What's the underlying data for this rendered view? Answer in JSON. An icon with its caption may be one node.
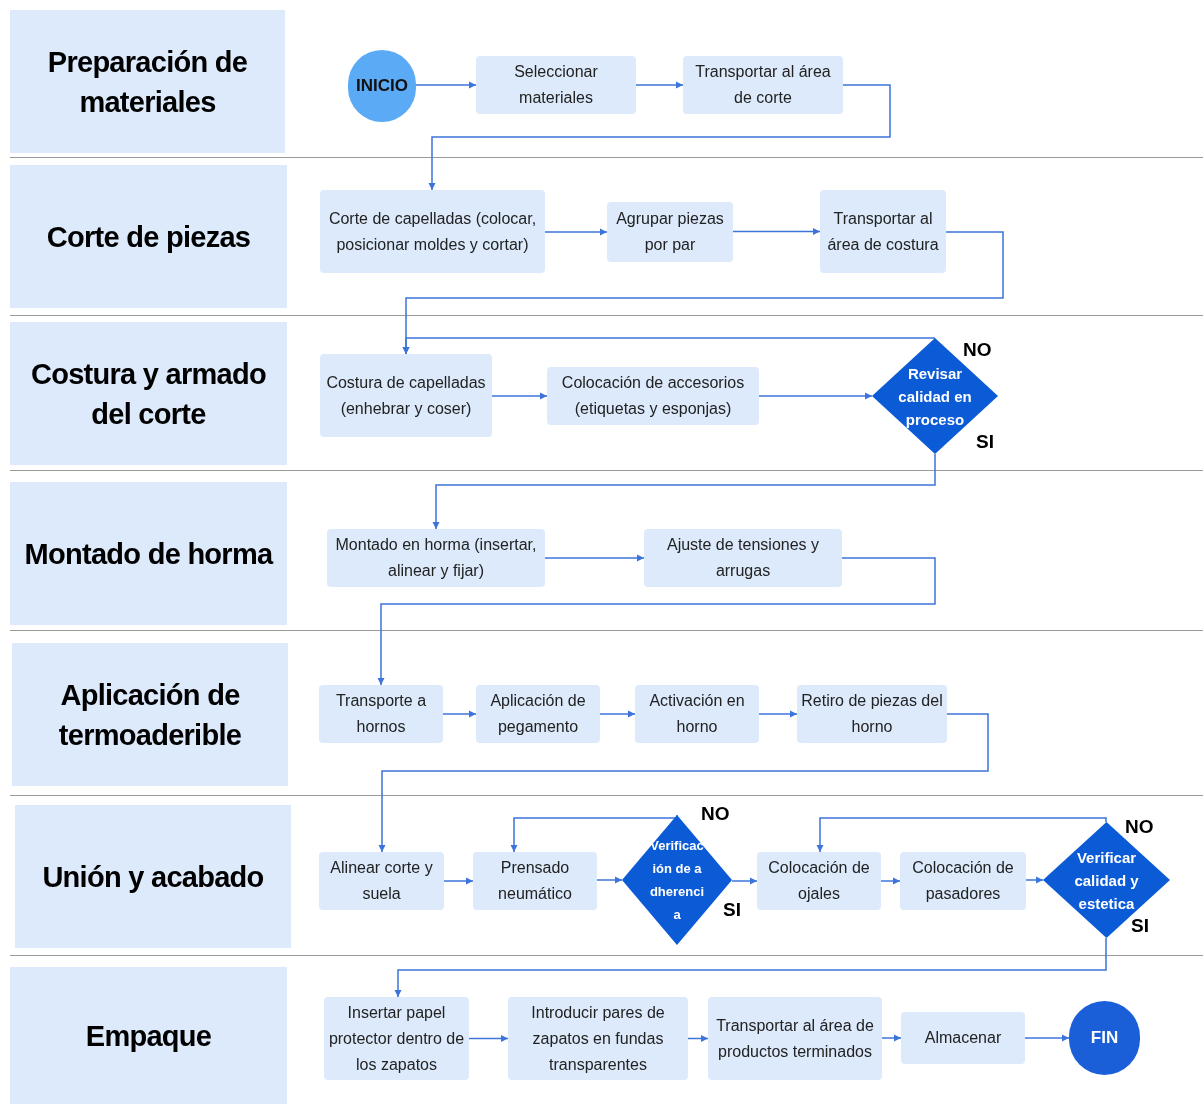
{
  "diagram": {
    "nodes": [
      {
        "text": [
          "Preparación de materiales"
        ]
      },
      {
        "text": [
          "INICIO"
        ]
      },
      {
        "text": [
          "Seleccionar materiales"
        ]
      },
      {
        "text": [
          "Transportar al área de corte"
        ]
      },
      {
        "text": [
          "Corte de piezas"
        ]
      },
      {
        "text": [
          "Corte de capelladas (colocar, posicionar moldes y cortar)"
        ]
      },
      {
        "text": [
          "Agrupar piezas por par"
        ]
      },
      {
        "text": [
          "Transportar al área de costura"
        ]
      },
      {
        "text": [
          "Costura y armado del corte"
        ]
      },
      {
        "text": [
          "Costura de capelladas (enhebrar y coser)"
        ]
      },
      {
        "text": [
          "Colocación de accesorios (etiquetas y esponjas)"
        ]
      },
      {
        "text": [
          "Revisar calidad en proceso"
        ]
      },
      {
        "text": [
          "Montado de horma"
        ]
      },
      {
        "text": [
          "Montado en horma (insertar, alinear y fijar)"
        ]
      },
      {
        "text": [
          "Ajuste de tensiones y arrugas"
        ]
      },
      {
        "text": [
          "Aplicación de termoaderible"
        ]
      },
      {
        "text": [
          "Transporte a hornos"
        ]
      },
      {
        "text": [
          "Aplicación de pegamento"
        ]
      },
      {
        "text": [
          "Activación en horno"
        ]
      },
      {
        "text": [
          "Retiro de piezas del horno"
        ]
      },
      {
        "text": [
          "Unión y acabado"
        ]
      },
      {
        "text": [
          "Alinear corte y suela"
        ]
      },
      {
        "text": [
          "Prensado neumático"
        ]
      },
      {
        "text": [
          "Verificación de adherencia"
        ]
      },
      {
        "text": [
          "Colocación de ojales"
        ]
      },
      {
        "text": [
          "Colocación de pasadores"
        ]
      },
      {
        "text": [
          "Verificar calidad y estetica"
        ]
      },
      {
        "text": [
          "Empaque"
        ]
      },
      {
        "text": [
          "Insertar papel protector dentro de los zapatos"
        ]
      },
      {
        "text": [
          "Introducir pares de zapatos en fundas transparentes"
        ]
      },
      {
        "text": [
          "Transportar al área de productos terminados"
        ]
      },
      {
        "text": [
          "Almacenar"
        ]
      },
      {
        "text": [
          "FIN"
        ]
      }
    ],
    "edges": [
      {
        "from": 1,
        "to": 2,
        "arrow": "to"
      },
      {
        "from": 2,
        "to": 3,
        "arrow": "to"
      },
      {
        "from": 3,
        "to": 5,
        "arrow": "to"
      },
      {
        "from": 5,
        "to": 6,
        "arrow": "to"
      },
      {
        "from": 6,
        "to": 7,
        "arrow": "to"
      },
      {
        "from": 7,
        "to": 9,
        "arrow": "to"
      },
      {
        "from": 9,
        "to": 10,
        "arrow": "to"
      },
      {
        "from": 10,
        "to": 11,
        "arrow": "to"
      },
      {
        "from": 11,
        "to": 9,
        "arrow": "to",
        "label": "NO"
      },
      {
        "from": 11,
        "to": 13,
        "arrow": "to",
        "label": "SI"
      },
      {
        "from": 13,
        "to": 14,
        "arrow": "to"
      },
      {
        "from": 14,
        "to": 16,
        "arrow": "to"
      },
      {
        "from": 16,
        "to": 17,
        "arrow": "to"
      },
      {
        "from": 17,
        "to": 18,
        "arrow": "to"
      },
      {
        "from": 18,
        "to": 19,
        "arrow": "to"
      },
      {
        "from": 19,
        "to": 21,
        "arrow": "to"
      },
      {
        "from": 21,
        "to": 22,
        "arrow": "to"
      },
      {
        "from": 22,
        "to": 23,
        "arrow": "to"
      },
      {
        "from": 23,
        "to": 22,
        "arrow": "to",
        "label": "NO"
      },
      {
        "from": 23,
        "to": 24,
        "arrow": "to",
        "label": "SI"
      },
      {
        "from": 24,
        "to": 25,
        "arrow": "to"
      },
      {
        "from": 25,
        "to": 26,
        "arrow": "to"
      },
      {
        "from": 26,
        "to": 24,
        "arrow": "to",
        "label": "NO"
      },
      {
        "from": 26,
        "to": 28,
        "arrow": "to",
        "label": "SI"
      },
      {
        "from": 28,
        "to": 29,
        "arrow": "to"
      },
      {
        "from": 29,
        "to": 30,
        "arrow": "to"
      },
      {
        "from": 30,
        "to": 31,
        "arrow": "to"
      },
      {
        "from": 31,
        "to": 32,
        "arrow": "to"
      }
    ]
  }
}
